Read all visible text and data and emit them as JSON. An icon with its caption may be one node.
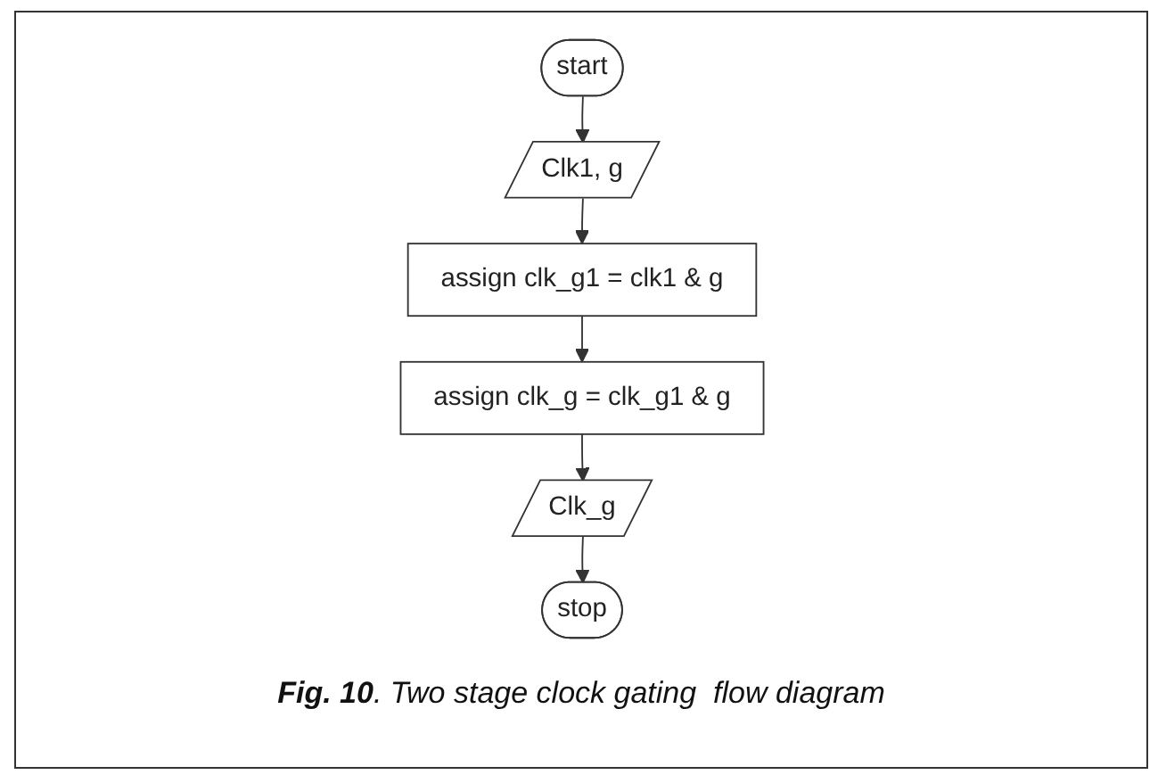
{
  "diagram": {
    "caption": "**Fig. 10**. Two stage clock gating  flow diagram",
    "nodes": [
      {
        "text": [
          "start"
        ]
      },
      {
        "text": [
          "Clk1, g"
        ]
      },
      {
        "text": [
          "assign clk_g1 = clk1 & g"
        ]
      },
      {
        "text": [
          "assign clk_g = clk_g1 & g"
        ]
      },
      {
        "text": [
          "Clk_g"
        ]
      },
      {
        "text": [
          "stop"
        ]
      }
    ],
    "edges": [
      {
        "from": 0,
        "to": 1,
        "arrow": "to"
      },
      {
        "from": 1,
        "to": 2,
        "arrow": "to"
      },
      {
        "from": 2,
        "to": 3,
        "arrow": "to"
      },
      {
        "from": 3,
        "to": 4,
        "arrow": "to"
      },
      {
        "from": 4,
        "to": 5,
        "arrow": "to"
      }
    ]
  }
}
